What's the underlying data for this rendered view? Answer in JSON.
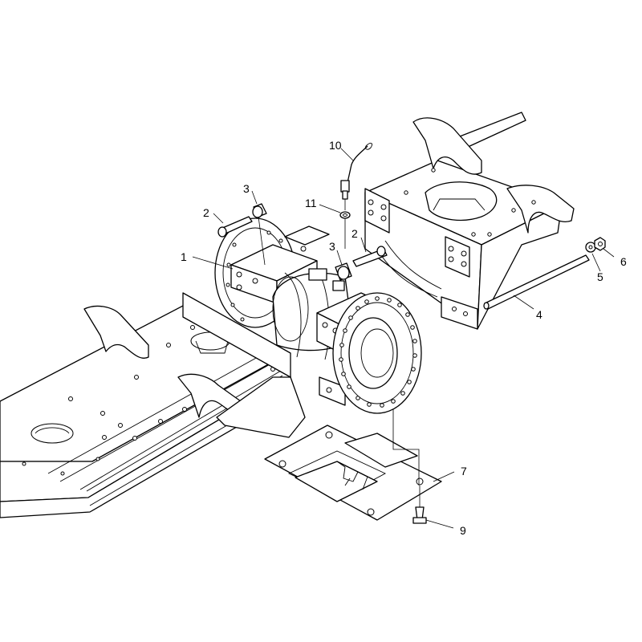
{
  "callouts": {
    "c1": "1",
    "c2a": "2",
    "c2b": "2",
    "c3a": "3",
    "c3b": "3",
    "c4": "4",
    "c5": "5",
    "c6": "6",
    "c7": "7",
    "c9": "9",
    "c10": "10",
    "c11": "11"
  },
  "colors": {
    "line": "#000000",
    "background": "#ffffff"
  }
}
